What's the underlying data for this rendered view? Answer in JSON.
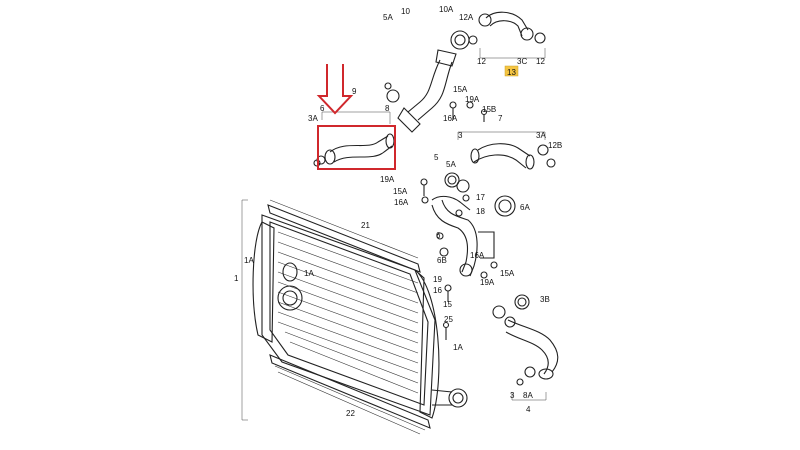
{
  "diagram": {
    "highlight_color": "#d0282c",
    "callout_fill": "#f5c542",
    "labels": {
      "l5a_top": "5A",
      "l10": "10",
      "l10a": "10A",
      "l12a": "12A",
      "l12_left": "12",
      "l3c": "3C",
      "l12_right": "12",
      "l13": "13",
      "l15a_top": "15A",
      "l19a_top": "19A",
      "l15b": "15B",
      "l16a_top": "16A",
      "l9": "9",
      "l3a_left": "3A",
      "l6": "6",
      "l8": "8",
      "l7": "7",
      "l3": "3",
      "l3a_right": "3A",
      "l12b": "12B",
      "l5": "5",
      "l5a_mid": "5A",
      "l19a_mid": "19A",
      "l15a_mid": "15A",
      "l16a_mid": "16A",
      "l17": "17",
      "l18": "18",
      "l6a_mid": "6A",
      "l21": "21",
      "l1a_left": "1A",
      "l1": "1",
      "l1a_inner": "1A",
      "l6_low": "6",
      "l6b": "6B",
      "l19": "19",
      "l16": "16",
      "l15": "15",
      "l16a_low": "16A",
      "l15a_low": "15A",
      "l19a_low": "19A",
      "l3b": "3B",
      "l25": "25",
      "l1a_bottom": "1A",
      "l22": "22",
      "l3_low": "3",
      "l8a": "8A",
      "l4": "4"
    }
  }
}
